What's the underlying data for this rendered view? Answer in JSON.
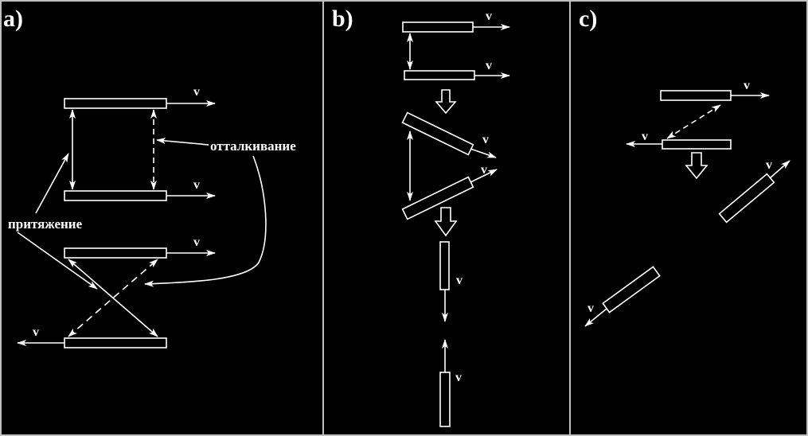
{
  "panels": [
    {
      "label": "a)"
    },
    {
      "label": "b)"
    },
    {
      "label": "c)"
    }
  ],
  "labels": {
    "repulsion": "отталкивание",
    "attraction": "притяжение"
  },
  "velocity_symbol": "v",
  "colors": {
    "background": "#000000",
    "foreground": "#ffffff",
    "divider": "#bfbfbf"
  }
}
